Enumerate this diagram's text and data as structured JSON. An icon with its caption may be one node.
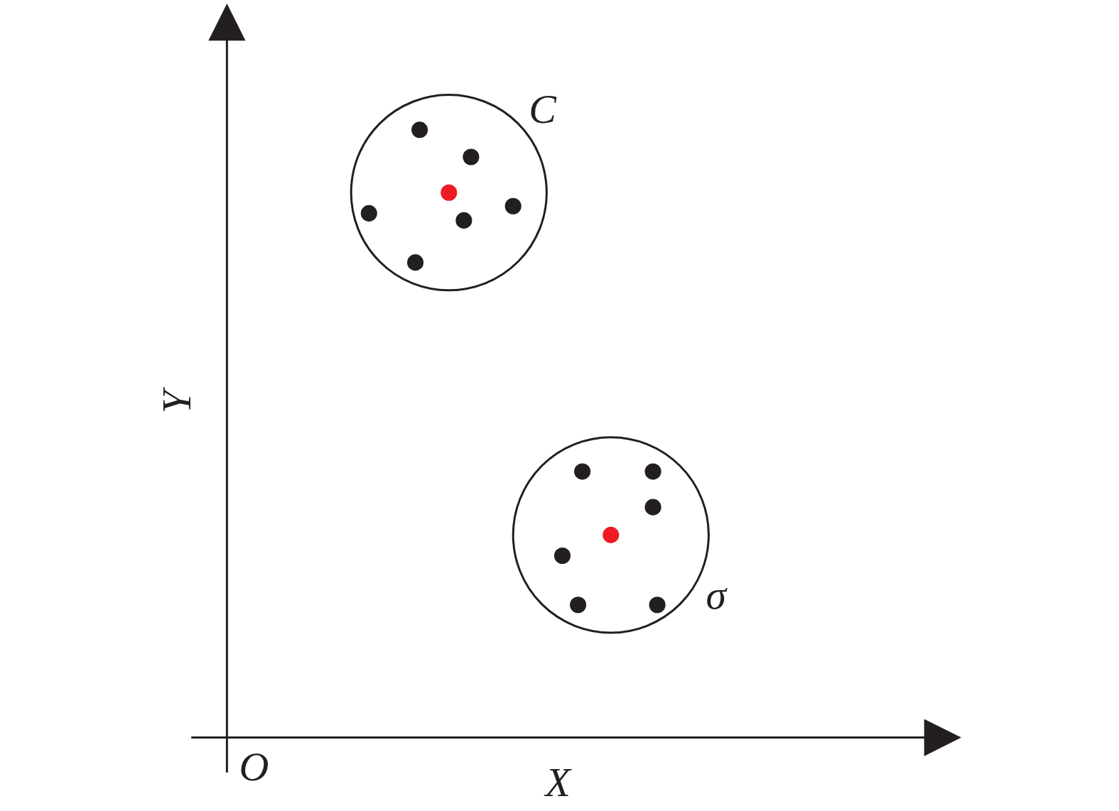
{
  "diagram": {
    "labels": [
      "C",
      "Y",
      "σ",
      "O",
      "X"
    ]
  }
}
